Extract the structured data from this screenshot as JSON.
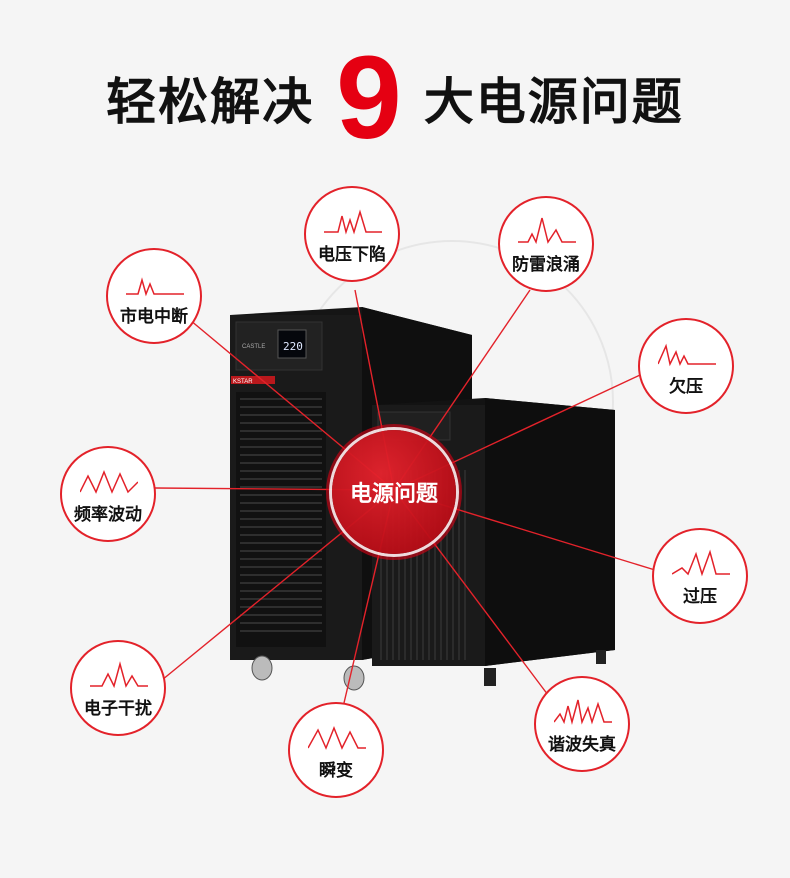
{
  "title": {
    "part1": "轻松解决",
    "number": "9",
    "part2": "大电源问题"
  },
  "center_label": "电源问题",
  "issues": [
    {
      "id": "voltage-sag",
      "label": "电压下陷"
    },
    {
      "id": "surge",
      "label": "防雷浪涌"
    },
    {
      "id": "outage",
      "label": "市电中断"
    },
    {
      "id": "undervoltage",
      "label": "欠压"
    },
    {
      "id": "frequency",
      "label": "频率波动"
    },
    {
      "id": "overvoltage",
      "label": "过压"
    },
    {
      "id": "interference",
      "label": "电子干扰"
    },
    {
      "id": "harmonic",
      "label": "谐波失真"
    },
    {
      "id": "transient",
      "label": "瞬变"
    }
  ],
  "device": {
    "front_brand": "CASTLE",
    "display_value": "220",
    "badge": "KSTAR"
  },
  "colors": {
    "accent": "#e50012",
    "line": "#e3222a",
    "cabinet": "#1b1b1b"
  }
}
